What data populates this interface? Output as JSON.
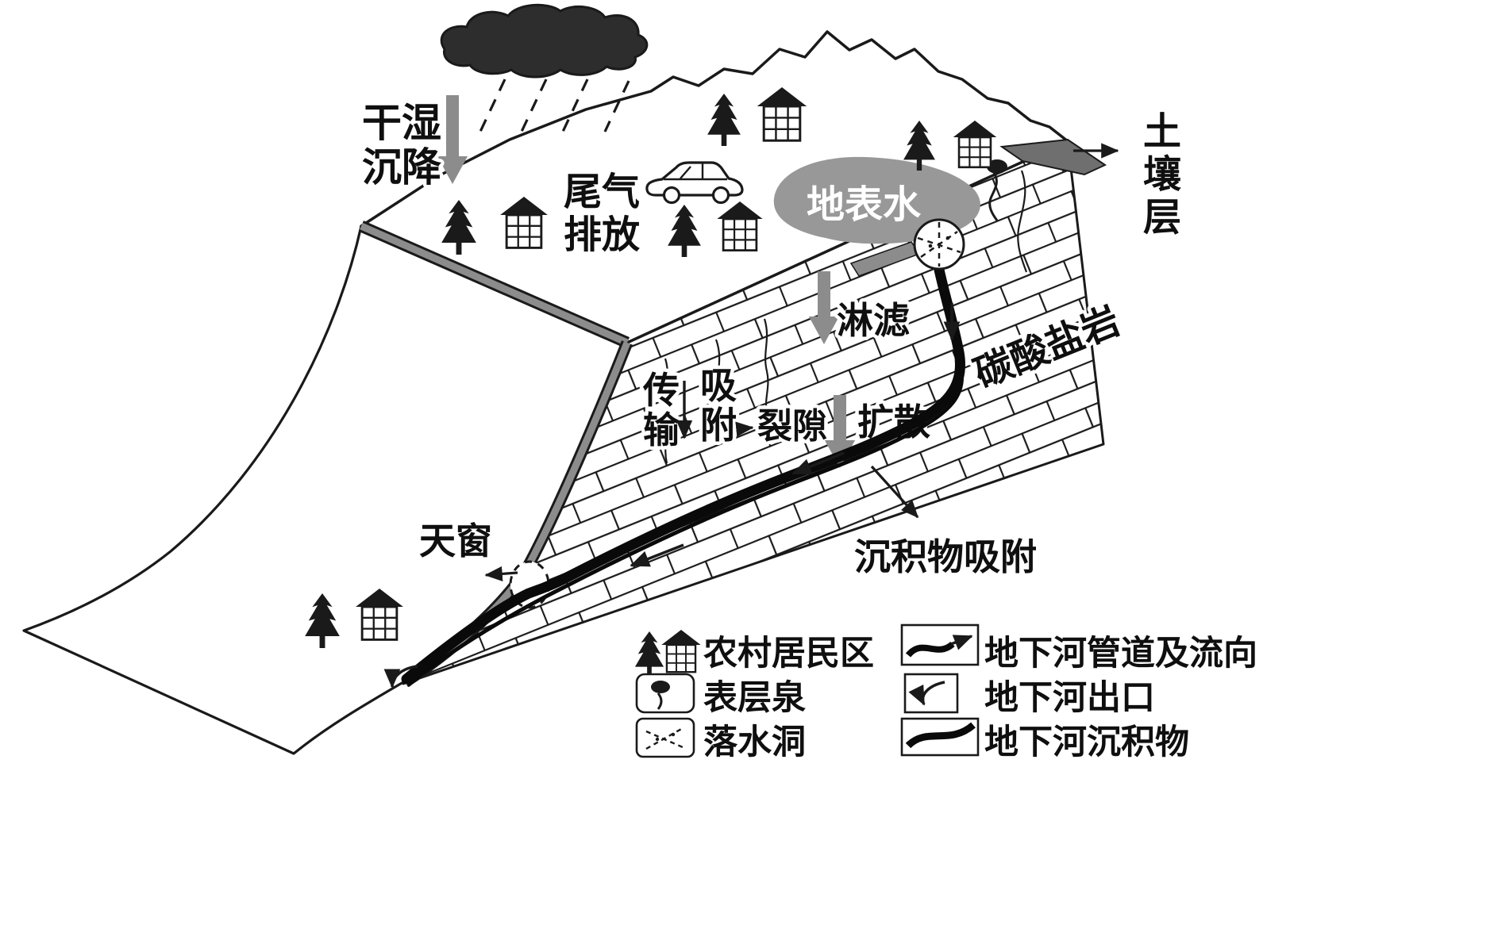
{
  "diagram": {
    "labels": {
      "dry_wet_deposition": [
        "干湿",
        "沉降"
      ],
      "exhaust_emission": [
        "尾气",
        "排放"
      ],
      "surface_water": "地表水",
      "soil_layer": [
        "土",
        "壤",
        "层"
      ],
      "leaching": "淋滤",
      "transport": [
        "传",
        "输"
      ],
      "adsorption": [
        "吸",
        "附"
      ],
      "fissure": "裂隙",
      "diffusion": "扩散",
      "carbonate_rock": "碳酸盐岩",
      "sediment_adsorption": "沉积物吸附",
      "skylight": "天窗"
    },
    "legend": {
      "items": [
        {
          "icon": "rural-residential-icon",
          "label": "农村居民区"
        },
        {
          "icon": "epikarst-spring-icon",
          "label": "表层泉"
        },
        {
          "icon": "sinkhole-icon",
          "label": "落水洞"
        },
        {
          "icon": "underground-river-conduit-icon",
          "label": "地下河管道及流向"
        },
        {
          "icon": "underground-river-outlet-icon",
          "label": "地下河出口"
        },
        {
          "icon": "underground-river-sediment-icon",
          "label": "地下河沉积物"
        }
      ]
    },
    "colors": {
      "ink": "#1a1a1a",
      "soil_band_gray": "#8c8c8c",
      "surface_water_gray": "#989898",
      "cloud_dark": "#2d2d2d",
      "soil_wedge_dark": "#6f6f6f"
    }
  }
}
